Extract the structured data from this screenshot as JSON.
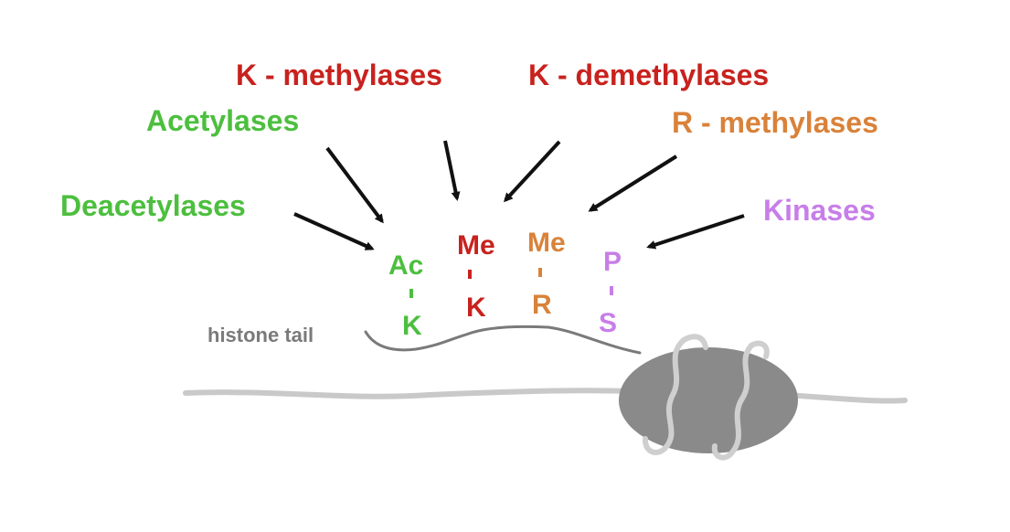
{
  "colors": {
    "green": "#4cbf3e",
    "red": "#c8221e",
    "orange": "#d9823a",
    "purple": "#c77ee8",
    "dark_gray": "#7a7a7a",
    "light_gray": "#c9c9c9",
    "nucleosome_gray": "#8a8a8a",
    "arrow": "#111111"
  },
  "enzymes": {
    "k_methylases": "K - methylases",
    "k_demethylases": "K - demethylases",
    "acetylases": "Acetylases",
    "r_methylases": "R - methylases",
    "deacetylases": "Deacetylases",
    "kinases": "Kinases"
  },
  "modifications": {
    "acetyl": {
      "mark": "Ac",
      "residue": "K"
    },
    "lysine_methyl": {
      "mark": "Me",
      "residue": "K"
    },
    "arginine_methyl": {
      "mark": "Me",
      "residue": "R"
    },
    "phospho": {
      "mark": "P",
      "residue": "S"
    }
  },
  "histone_tail_label": "histone tail",
  "icons": [
    "arrow-icon",
    "nucleosome-icon"
  ]
}
